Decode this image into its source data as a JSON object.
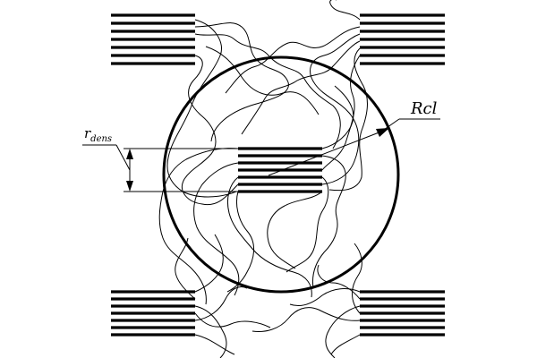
{
  "labels": {
    "r_dens_main": "r",
    "r_dens_sub": "dens",
    "rcl": "Rcl"
  },
  "colors": {
    "ink": "#000000",
    "background": "#ffffff"
  }
}
